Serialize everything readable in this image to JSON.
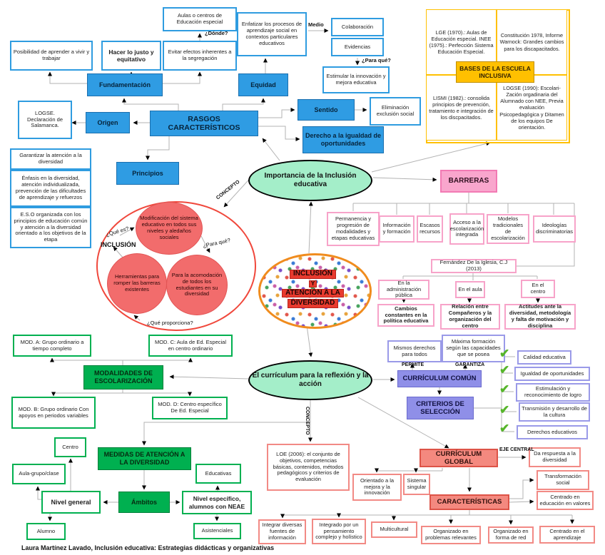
{
  "title": "Mapa conceptual: Inclusión y Atención a la Diversidad",
  "colors": {
    "blue_fill": "#2f9ce3",
    "blue_border": "#2f9ce0",
    "pink_fill": "#f9a6cd",
    "green_fill": "#00b050",
    "purple_fill": "#8f8fe8",
    "salmon_fill": "#f4897f",
    "yellow_fill": "#ffc000",
    "mint_fill": "#a4eec9",
    "red_circle": "#f26c6c",
    "red_strip": "#e83a2e",
    "orange_border": "#f08c1e",
    "check_green": "#56b52a"
  },
  "icons": {
    "check": "✔"
  },
  "labels": {
    "posibilidad": "Posibilidad de aprender a vivir y trabajar",
    "hacer": "Hacer lo justo y equitativo",
    "evitar": "Evitar efectos inherentes a la segregación",
    "aulas": "Aulas o centros de Educación especial",
    "donde": "¿Dónde?",
    "fundamentacion": "Fundamentación",
    "enfatizar": "Enfatizar los procesos de aprendizaje social en contextos particulares educativos",
    "medio": "Medio",
    "colaboracion": "Colaboración",
    "evidencias": "Evidencias",
    "paraque": "¿Para qué?",
    "estimular": "Estimular la innovación y mejora educativa",
    "equidad": "Equidad",
    "logse_salamanca": "LOGSE. Declaración de Salamanca.",
    "origen": "Origen",
    "rasgos": "RASGOS CARACTERÍSTICOS",
    "sentido": "Sentido",
    "eliminacion": "Eliminación exclusión social",
    "derecho": "Derecho a la igualdad de oportunidades",
    "lge": "LGE (1970).: Aulas de Educación especial. INEE (1975).: Perfección Sistema Educación Especial.",
    "constitucion": "Constitución 1978, Informe Warnock: Grandes cambios para los discapacitados.",
    "lismi": "LISMI (1982).: consolida principios de prevención, tratamiento e integración de los discpacitados.",
    "logse90": "LOGSE (1990): Escolari-Zación orgadinaria del Alumnado con NEE, Previa evaluación Psicopedagógica y Ditamen de los equipos De orientación.",
    "bases": "BASES DE LA ESCUELA INCLUSIVA",
    "garantizar": "Garantizar la atención a la diversidad",
    "enfasis": "Énfasis en la diversidad, atención individualizada, prevención de las dificultades de aprendizaje y refuerzos",
    "eso": "E.S.O organizada con los principios de educación común y atención a la diversidad orientado a los objetivos de la etapa",
    "principios": "Principios",
    "que_es": "¿Qué es?",
    "inclusion_word": "INCLUSIÓN",
    "modificacion": "Modificación del sistema educativo en todos sus niveles y aledaños sociales",
    "paraque2": "¿Para qué?",
    "herramientas": "Herramientas para romper las barreras existentes",
    "acomodacion": "Para la acomodación de todos los estudiantes en su diversidad",
    "queproporciona": "¿Qué proporciona?",
    "concepto1": "CONCEPTO",
    "concepto2": "CONCEPTO",
    "importancia": "Importancia de la Inclusión educativa",
    "center1": "INCLUSIÓN",
    "center2": "Y",
    "center3": "ATENCIÓN A LA",
    "center4": "DIVERSIDAD",
    "barreras": "BARRERAS",
    "permanencia": "Permanencia y progresión de modalidades y etapas educativas",
    "informacion": "Información y formación",
    "escasos": "Escasos recursos",
    "acceso": "Acceso a la escolarización integrada",
    "modelos": "Modelos tradicionales de escolarización",
    "ideologias": "Ideologías discriminatorias",
    "fernandez": "Fernández De la Iglesia, C.J (2013)",
    "admin": "En la administración pública",
    "aula": "En el aula",
    "centro_b": "En el centro",
    "cambios": "Cambios constantes en la política educativa",
    "relacion": "Relación entre Compañeros y la organización del centro",
    "actitudes": "Actitudes ante la diversidad, metodología y falta de motivación y disciplina",
    "mismos": "Mismos derechos para todos",
    "maxima": "Máxima formación según las capacidades que se posea",
    "permite": "PERMITE",
    "garantiza": "GARANTIZA",
    "curriculum_comun": "CURRÍCULUM COMÚN",
    "criterios": "CRITERIOS DE SELECCIÓN",
    "calidad": "Calidad educativa",
    "igualdad": "Igualdad de oportunidades",
    "estimulacion": "Estimulación y reconocimiento de logro",
    "transmision": "Transmisión y desarrollo de la cultura",
    "derechos_edu": "Derechos educativos",
    "el_curriculum": "El currículum para la reflexión y la acción",
    "mod_a": "MOD. A: Grupo ordinario a tiempo completo",
    "mod_c": "MOD. C: Aula de Ed. Especial en centro ordinario",
    "modalidades": "MODALIDADES DE ESCOLARIZACIÓN",
    "mod_b": "MOD. B: Grupo ordinario Con apoyos en periodos variables",
    "mod_d": "MOD. D: Centro específico De Ed. Especial",
    "medidas": "MEDIDAS DE ATENCIÓN A LA DIVERSIDAD",
    "centro": "Centro",
    "aulagrupo": "Aula-grupo/clase",
    "nivel_general": "Nivel general",
    "ambitos": "Ámbitos",
    "nivel_especifico": "Nivel específico, alumnos con NEAE",
    "alumno": "Alumno",
    "educativas": "Educativas",
    "asistenciales": "Asistenciales",
    "loe": "LOE (2006): el conjunto de objetivos, competencias básicas, contenidos, métodos pedagógicos y criterios de evaluación",
    "orientado": "Orientado a la mejora y la innovación",
    "sistema": "Sistema singular",
    "curriculum_global": "CURRÍCULUM GLOBAL",
    "eje": "EJE CENTRAL",
    "darespuesta": "Da respuesta a la diversidad",
    "transformacion": "Transformación social",
    "caracteristicas": "CARACTERÍSTICAS",
    "centrado_valores": "Centrado en educación en valores",
    "integrar": "Integrar diversas fuentes de información",
    "integrado": "Integrado por un pensamiento complejo y holístico",
    "multicultural": "Multicultural",
    "org_problemas": "Organizado en problemas relevantes",
    "org_red": "Organizado en forma de red",
    "centrado_aprendizaje": "Centrado en el aprendizaje",
    "footer": "Laura Martínez Lavado, Inclusión educativa: Estrategias didácticas y organizativas"
  }
}
